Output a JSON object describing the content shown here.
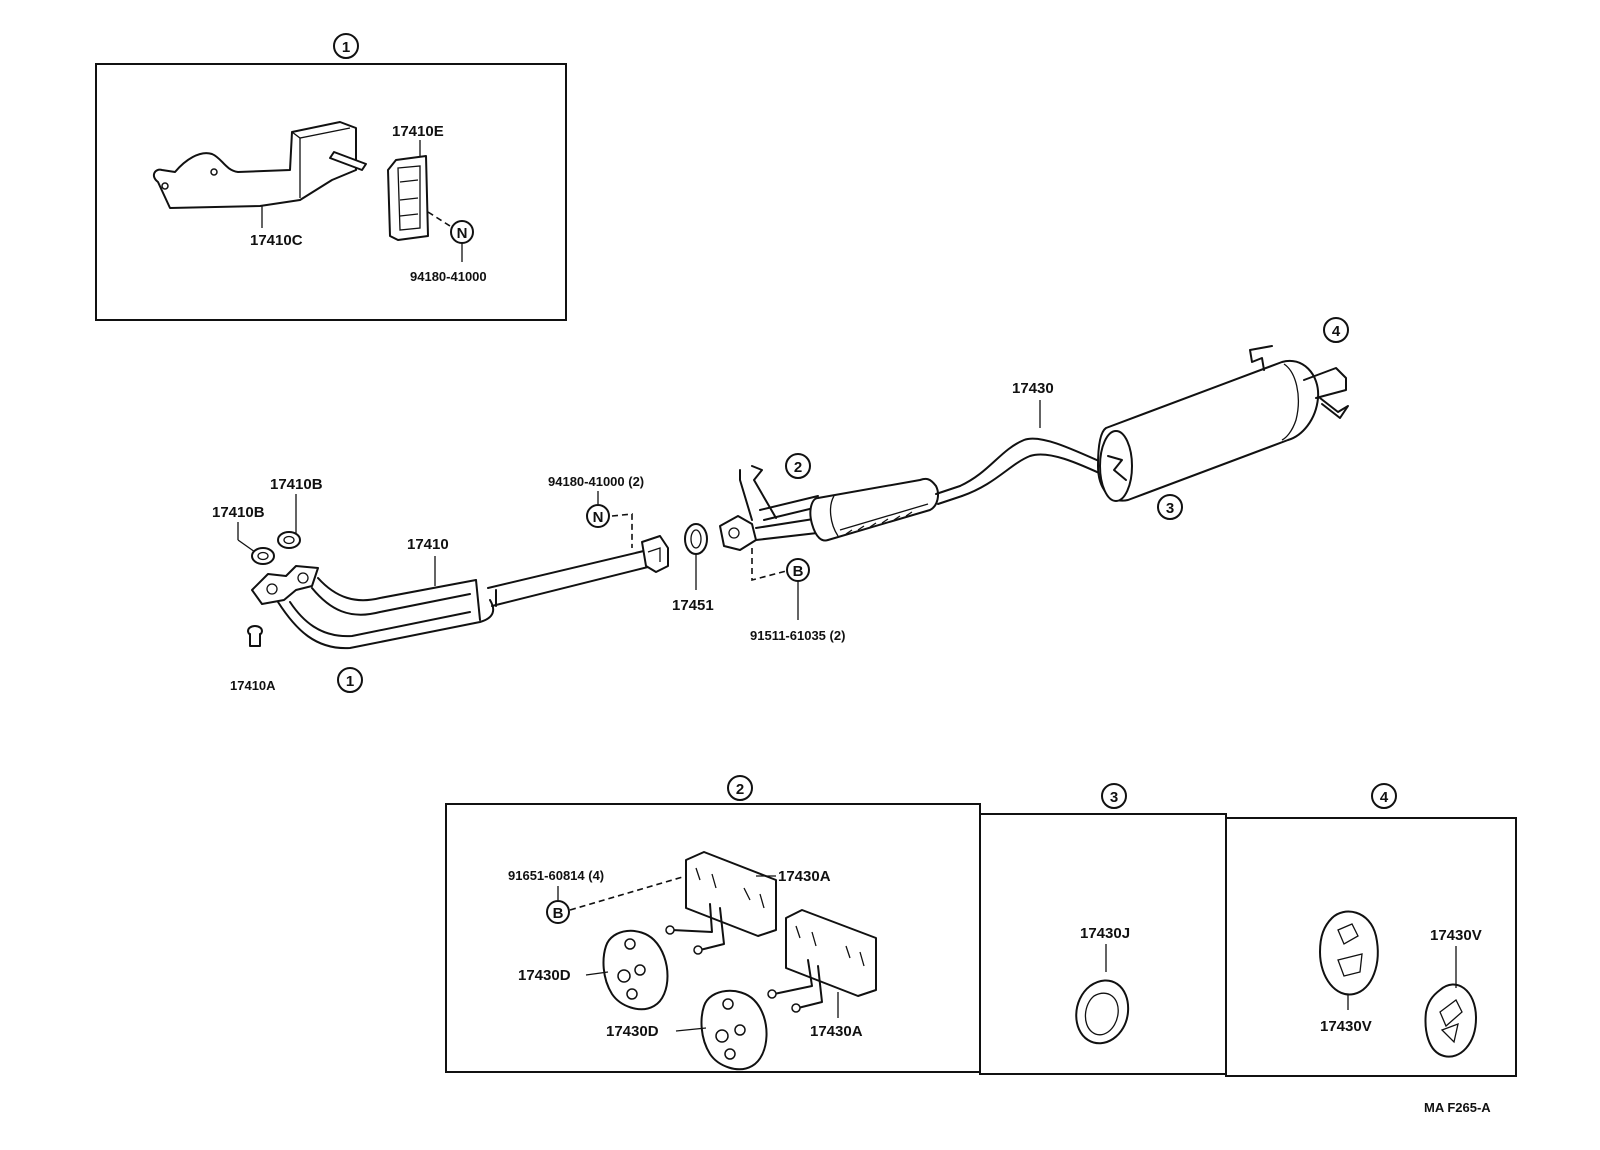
{
  "diagram_code": "MA  F265-A",
  "callouts": {
    "c1": "1",
    "c2": "2",
    "c3": "3",
    "c4": "4"
  },
  "fastener_symbols": {
    "nut": "N",
    "bolt": "B"
  },
  "panel1": {
    "bracket": "17410C",
    "gasket": "17410E",
    "nut": "94180-41000"
  },
  "main": {
    "front_pipe": "17410",
    "gasket_b_top": "17410B",
    "gasket_b_left": "17410B",
    "stud_a": "17410A",
    "nut_pair": "94180-41000 (2)",
    "ring_gasket": "17451",
    "bolt_pair": "91511-61035 (2)",
    "tail_pipe": "17430"
  },
  "panel2": {
    "bolt_set": "91651-60814 (4)",
    "bracket_top": "17430A",
    "bracket_bottom": "17430A",
    "cushion_top": "17430D",
    "cushion_bottom": "17430D"
  },
  "panel3": {
    "ring": "17430J"
  },
  "panel4": {
    "hanger_left": "17430V",
    "hanger_right": "17430V"
  }
}
